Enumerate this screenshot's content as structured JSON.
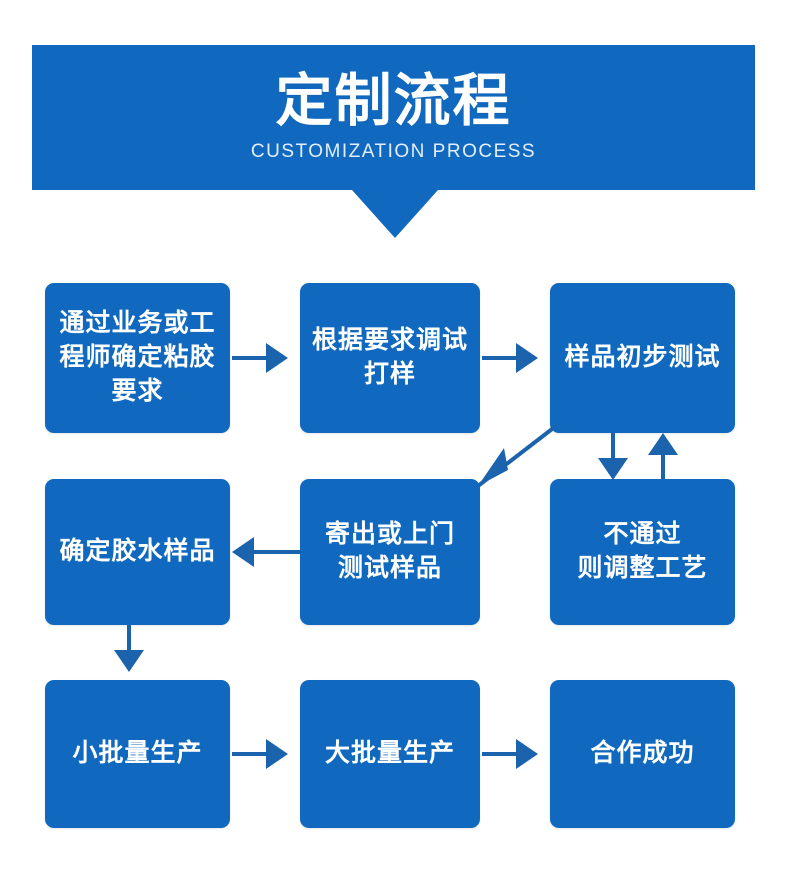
{
  "header": {
    "title": "定制流程",
    "subtitle": "CUSTOMIZATION PROCESS",
    "background_color": "#1069bf",
    "title_color": "#ffffff",
    "subtitle_color": "#e2eef9"
  },
  "theme": {
    "box_color": "#1069bf",
    "connector_color": "#1b63ad",
    "page_background": "#ffffff",
    "box_text_color": "#ffffff"
  },
  "flow": {
    "steps": [
      {
        "id": "step-1",
        "label": "通过业务或工\n程师确定粘胶\n要求",
        "row": 1,
        "col": 1
      },
      {
        "id": "step-2",
        "label": "根据要求调试\n打样",
        "row": 1,
        "col": 2
      },
      {
        "id": "step-3",
        "label": "样品初步测试",
        "row": 1,
        "col": 3
      },
      {
        "id": "step-4",
        "label": "确定胶水样品",
        "row": 2,
        "col": 1
      },
      {
        "id": "step-5",
        "label": "寄出或上门\n测试样品",
        "row": 2,
        "col": 2
      },
      {
        "id": "step-6",
        "label": "不通过\n则调整工艺",
        "row": 2,
        "col": 3
      },
      {
        "id": "step-7",
        "label": "小批量生产",
        "row": 3,
        "col": 1
      },
      {
        "id": "step-8",
        "label": "大批量生产",
        "row": 3,
        "col": 2
      },
      {
        "id": "step-9",
        "label": "合作成功",
        "row": 3,
        "col": 3
      }
    ],
    "connectors": [
      {
        "from": "step-1",
        "to": "step-2",
        "direction": "right"
      },
      {
        "from": "step-2",
        "to": "step-3",
        "direction": "right"
      },
      {
        "from": "step-3",
        "to": "step-6",
        "direction": "down"
      },
      {
        "from": "step-6",
        "to": "step-3",
        "direction": "up"
      },
      {
        "from": "step-5",
        "to": "step-3",
        "direction": "diagonal-up-right"
      },
      {
        "from": "step-5",
        "to": "step-4",
        "direction": "left"
      },
      {
        "from": "step-4",
        "to": "step-7",
        "direction": "down"
      },
      {
        "from": "step-7",
        "to": "step-8",
        "direction": "right"
      },
      {
        "from": "step-8",
        "to": "step-9",
        "direction": "right"
      }
    ]
  }
}
